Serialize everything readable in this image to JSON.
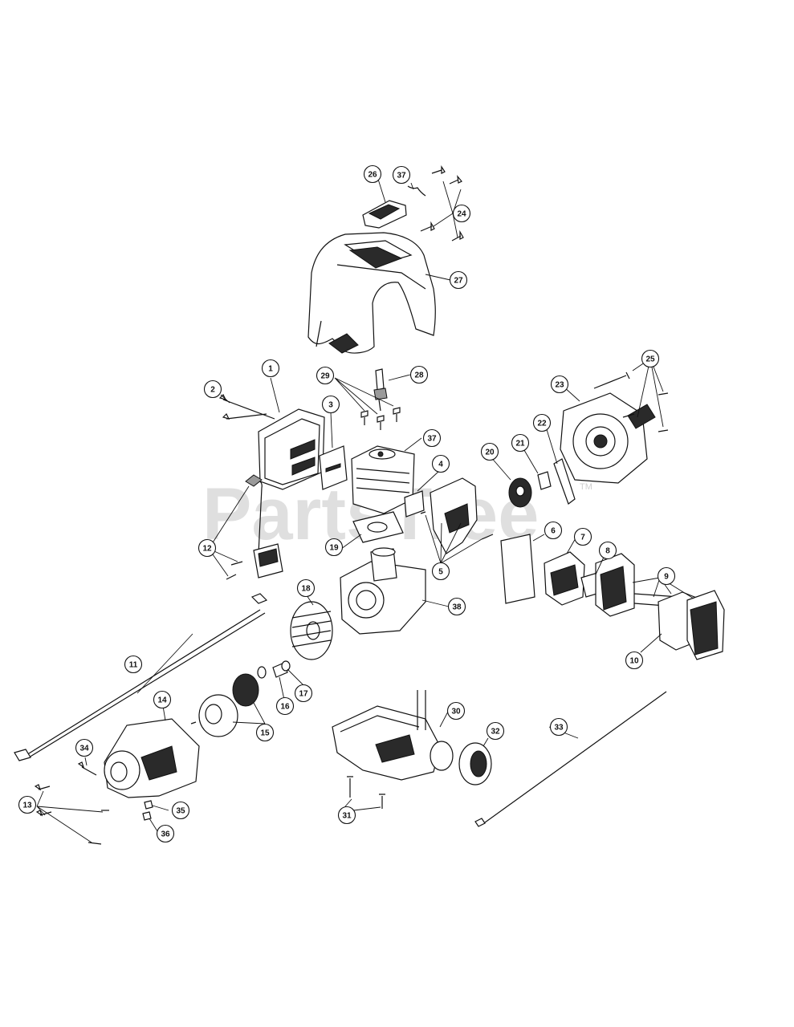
{
  "watermark": {
    "text": "PartsTree",
    "tm": "TM"
  },
  "callouts": [
    {
      "id": "c1",
      "label": "1"
    },
    {
      "id": "c2",
      "label": "2"
    },
    {
      "id": "c3",
      "label": "3"
    },
    {
      "id": "c4",
      "label": "4"
    },
    {
      "id": "c5",
      "label": "5"
    },
    {
      "id": "c6",
      "label": "6"
    },
    {
      "id": "c7",
      "label": "7"
    },
    {
      "id": "c8",
      "label": "8"
    },
    {
      "id": "c9",
      "label": "9"
    },
    {
      "id": "c10",
      "label": "10"
    },
    {
      "id": "c11",
      "label": "11"
    },
    {
      "id": "c12",
      "label": "12"
    },
    {
      "id": "c13",
      "label": "13"
    },
    {
      "id": "c14",
      "label": "14"
    },
    {
      "id": "c15",
      "label": "15"
    },
    {
      "id": "c16",
      "label": "16"
    },
    {
      "id": "c17",
      "label": "17"
    },
    {
      "id": "c18",
      "label": "18"
    },
    {
      "id": "c19",
      "label": "19"
    },
    {
      "id": "c20",
      "label": "20"
    },
    {
      "id": "c21",
      "label": "21"
    },
    {
      "id": "c22",
      "label": "22"
    },
    {
      "id": "c23",
      "label": "23"
    },
    {
      "id": "c24",
      "label": "24"
    },
    {
      "id": "c25",
      "label": "25"
    },
    {
      "id": "c26",
      "label": "26"
    },
    {
      "id": "c27",
      "label": "27"
    },
    {
      "id": "c28",
      "label": "28"
    },
    {
      "id": "c29",
      "label": "29"
    },
    {
      "id": "c30",
      "label": "30"
    },
    {
      "id": "c31",
      "label": "31"
    },
    {
      "id": "c32",
      "label": "32"
    },
    {
      "id": "c33",
      "label": "33"
    },
    {
      "id": "c34",
      "label": "34"
    },
    {
      "id": "c35",
      "label": "35"
    },
    {
      "id": "c36",
      "label": "36"
    },
    {
      "id": "c37a",
      "label": "37"
    },
    {
      "id": "c37b",
      "label": "37"
    },
    {
      "id": "c38",
      "label": "38"
    }
  ]
}
